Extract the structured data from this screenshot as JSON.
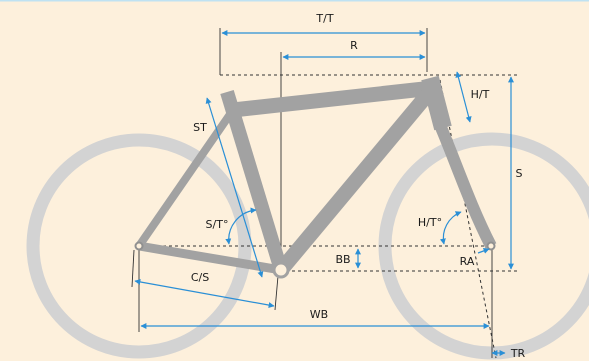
{
  "labels": {
    "top_tube": "T/T",
    "reach": "R",
    "head_tube": "H/T",
    "seat_tube": "ST",
    "seat_tube_angle": "S/T°",
    "stack": "S",
    "head_tube_angle": "H/T°",
    "bottom_bracket_drop": "BB",
    "chainstay": "C/S",
    "rake": "RA",
    "wheelbase": "WB",
    "trail": "TR"
  },
  "colors": {
    "background": "#fdf0dc",
    "measure_line": "#2a8fd6",
    "frame": "#a2a2a2",
    "wheel": "#d3d3d3"
  }
}
